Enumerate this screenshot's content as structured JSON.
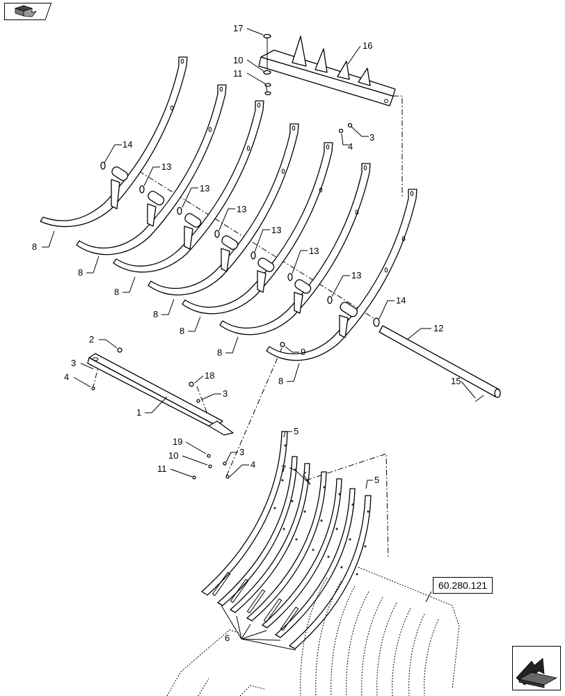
{
  "navigation": {
    "back_icon": "back-arrow-icon",
    "next_icon": "next-arrow-icon"
  },
  "reference": {
    "label": "60.280.121"
  },
  "callouts": {
    "c1": "1",
    "c2": "2",
    "c3a": "3",
    "c3b": "3",
    "c3c": "3",
    "c3d": "3",
    "c4a": "4",
    "c4b": "4",
    "c4c": "4",
    "c5a": "5",
    "c5b": "5",
    "c6": "6",
    "c7": "7",
    "c8a": "8",
    "c8b": "8",
    "c8c": "8",
    "c8d": "8",
    "c8e": "8",
    "c8f": "8",
    "c8g": "8",
    "c9": "9",
    "c10a": "10",
    "c10b": "10",
    "c11a": "11",
    "c11b": "11",
    "c12": "12",
    "c13a": "13",
    "c13b": "13",
    "c13c": "13",
    "c13d": "13",
    "c13e": "13",
    "c13f": "13",
    "c14a": "14",
    "c14b": "14",
    "c15": "15",
    "c16": "16",
    "c17": "17",
    "c18": "18",
    "c19": "19"
  }
}
